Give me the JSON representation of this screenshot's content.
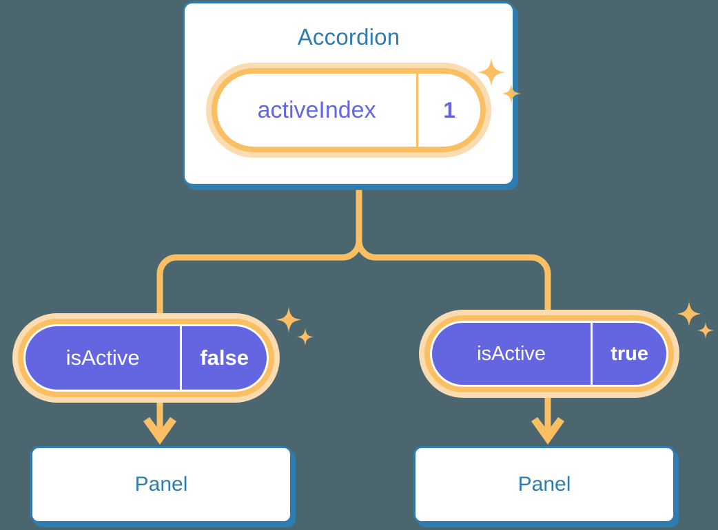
{
  "theme": {
    "background": "#4c6670",
    "card_border": "#2f7cb0",
    "card_fill": "#ffffff",
    "title_color": "#2f7cb0",
    "pill_ring_outer": "#fbdcb0",
    "pill_ring_inner": "#f9bf62",
    "pill_fill_purple": "#6366e0",
    "pill_text_purple": "#6366e0",
    "pill_text_white": "#ffffff",
    "connector_color": "#f9bf62",
    "sparkle_color": "#f9bf62"
  },
  "diagram": {
    "root": {
      "title": "Accordion",
      "state_pill": {
        "key": "activeIndex",
        "value": "1",
        "sparkle_icon": "sparkle-icon"
      }
    },
    "branches": [
      {
        "id": "left",
        "state_pill": {
          "key": "isActive",
          "value": "false",
          "sparkle_icon": "sparkle-icon"
        },
        "child": {
          "title": "Panel"
        },
        "arrow_icon": "arrow-down-icon"
      },
      {
        "id": "right",
        "state_pill": {
          "key": "isActive",
          "value": "true",
          "sparkle_icon": "sparkle-icon"
        },
        "child": {
          "title": "Panel"
        },
        "arrow_icon": "arrow-down-icon"
      }
    ]
  }
}
